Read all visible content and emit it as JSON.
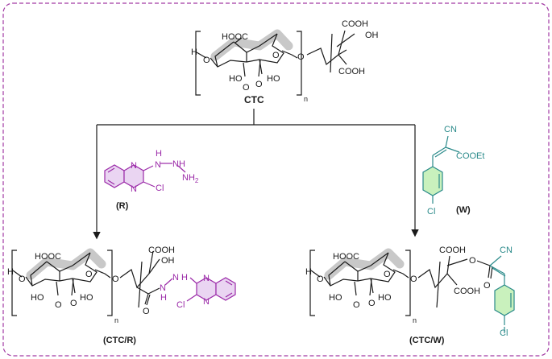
{
  "colors": {
    "frame": "#a23aa3",
    "bond": "#1a1a1a",
    "highlight": "#c8c8c8",
    "reagent_r": "#9b2aa8",
    "reagent_r_fill": "#ead5f2",
    "reagent_w": "#2a8a8a",
    "reagent_w_fill": "#c9f1bd"
  },
  "ctc": {
    "label": "CTC",
    "h_end": "H",
    "o_link1": "O",
    "o_ring": "O",
    "o_link2": "O",
    "cooh_ring": "HOOC",
    "ho_1": "HO",
    "o_1": "O",
    "ho_2": "HO",
    "o_2": "O",
    "n": "n",
    "citrate_cooh_top": "COOH",
    "citrate_oh": "OH",
    "citrate_cooh_bottom": "COOH"
  },
  "reagent_r": {
    "label": "(R)",
    "n1": "N",
    "n2": "N",
    "nh": "N",
    "nh_h": "H",
    "nh2": "NH",
    "nh2_sub": "2",
    "cl": "Cl"
  },
  "reagent_w": {
    "label": "(W)",
    "cn": "CN",
    "cooet": "COOEt",
    "cl": "Cl"
  },
  "product_r": {
    "label": "(CTC/R)",
    "h_end": "H",
    "o_link1": "O",
    "o_ring": "O",
    "o_link2": "O",
    "cooh_ring": "HOOC",
    "ho_1": "HO",
    "o_1": "O",
    "ho_2": "HO",
    "o_2": "O",
    "n": "n",
    "cooh": "COOH",
    "oh": "OH",
    "carbonyl_o": "O",
    "hn": "N",
    "hn_h": "H",
    "nh": "N",
    "nh_h": "H",
    "n1": "N",
    "n2": "N",
    "cl": "Cl"
  },
  "product_w": {
    "label": "(CTC/W)",
    "h_end": "H",
    "o_link1": "O",
    "o_ring": "O",
    "o_link2": "O",
    "cooh_ring": "HOOC",
    "ho_1": "HO",
    "o_1": "O",
    "ho_2": "HO",
    "o_2": "O",
    "n": "n",
    "cooh_top": "COOH",
    "cooh_bottom": "COOH",
    "ester_o": "O",
    "carbonyl_o": "O",
    "cn": "CN",
    "cl": "Cl"
  }
}
